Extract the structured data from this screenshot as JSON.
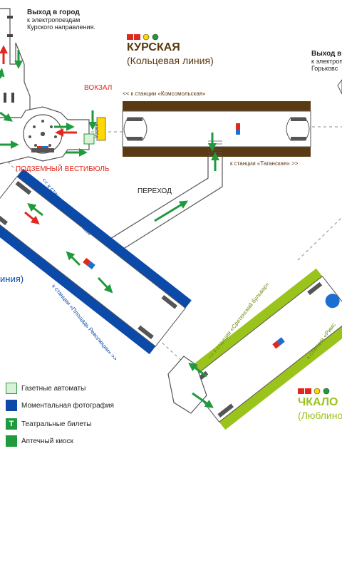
{
  "exit_city": {
    "title": "Выход в город",
    "line1": "к электропоездам",
    "line2": "Курского направления."
  },
  "exit_right": {
    "title": "Выход в",
    "line1": "к электроп",
    "line2": "Горьковс"
  },
  "kurskaya": {
    "name": "КУРСКАЯ",
    "line": "(Кольцевая линия)"
  },
  "chkalovskaya": {
    "name": "ЧКАЛО",
    "line": "(Люблино"
  },
  "left_line": "иния)",
  "labels": {
    "vokzal": "ВОКЗАЛ",
    "kassa": "КАССА",
    "vestibule": "ПОДЗЕМНЫЙ ВЕСТИБЮЛЬ",
    "perekhod": "ПЕРЕХОД",
    "to_komsomolskaya": "<< к станции «Комсомольская»",
    "to_taganskaya": "к станции «Таганская» >>",
    "to_baumanskaya": "<< к станции «Бауманская»",
    "to_ploshchad": "к станции «Площадь Революции» >>",
    "to_sretensky": "<< к станции «Сретенский бульвар»",
    "to_rimskaya": "к станции «Римс"
  },
  "legend": [
    {
      "icon": "newspaper-icon",
      "label": "Газетные автоматы"
    },
    {
      "icon": "photo-icon",
      "label": "Моментальная фотография"
    },
    {
      "icon": "theatre-icon",
      "label": "Театральные билеты"
    },
    {
      "icon": "pharmacy-icon",
      "label": "Аптечный киоск"
    }
  ],
  "colors": {
    "koltsevaya": "#5a3a12",
    "arbatsko": "#0b4aa8",
    "lyublinskaya": "#9ac31c",
    "arrow": "#1f9a3c",
    "red": "#e0281e",
    "blue": "#1b6fd1"
  }
}
